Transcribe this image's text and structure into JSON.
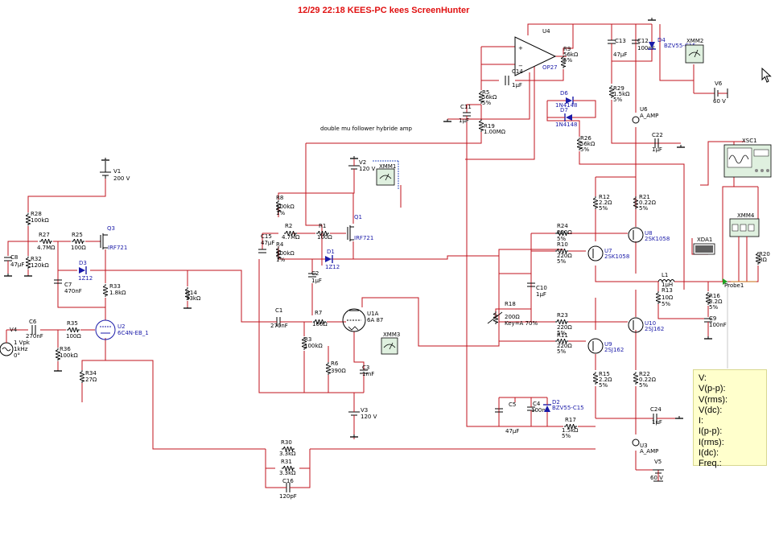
{
  "title": "12/29  22:18  KEES-PC  kees  ScreenHunter",
  "note": "double mu follower hybride amp",
  "components": {
    "V1": [
      "V1",
      "200 V"
    ],
    "V2": [
      "V2",
      "120 V"
    ],
    "V3": [
      "V3",
      "120 V"
    ],
    "V4": [
      "V4",
      "1 Vpk",
      "1kHz",
      "0°"
    ],
    "V5": [
      "V5",
      "60 V"
    ],
    "V6": [
      "V6",
      "60 V"
    ],
    "R28": [
      "R28",
      "100kΩ"
    ],
    "R27": [
      "R27",
      "4.7MΩ"
    ],
    "R25": [
      "R25",
      "100Ω"
    ],
    "R32": [
      "R32",
      "120kΩ"
    ],
    "C8": [
      "C8",
      "47µF"
    ],
    "D3": [
      "D3",
      "1Z12"
    ],
    "C7": [
      "C7",
      "470nF"
    ],
    "R33": [
      "R33",
      "1.8kΩ"
    ],
    "Q3": [
      "Q3",
      "IRF721"
    ],
    "R14": [
      "R14",
      "33kΩ"
    ],
    "C6": [
      "C6",
      "270nF"
    ],
    "R35": [
      "R35",
      "100Ω"
    ],
    "R36": [
      "R36",
      "100kΩ"
    ],
    "U2": [
      "U2",
      "6C4N-EB_1"
    ],
    "R34": [
      "R34",
      "27Ω"
    ],
    "R8": [
      "R8",
      "100kΩ",
      "1%"
    ],
    "R2": [
      "R2",
      "4.7MΩ"
    ],
    "R1": [
      "R1",
      "100Ω"
    ],
    "C15": [
      "C15",
      "47µF"
    ],
    "R4": [
      "R4",
      "100kΩ",
      "1%"
    ],
    "Q1": [
      "Q1",
      "IRF721"
    ],
    "D1": [
      "D1",
      "1Z12"
    ],
    "C2": [
      "C2",
      "1µF"
    ],
    "C1": [
      "C1",
      "270nF"
    ],
    "R7": [
      "R7",
      "100Ω"
    ],
    "R3": [
      "R3",
      "100kΩ"
    ],
    "U1A": [
      "U1A",
      "6A 87"
    ],
    "R6": [
      "R6",
      "390Ω"
    ],
    "C3": [
      "C3",
      "1mF"
    ],
    "R30": [
      "R30",
      "3.3kΩ"
    ],
    "R31": [
      "R31",
      "3.3kΩ"
    ],
    "C16": [
      "C16",
      "120pF"
    ],
    "U4": [
      "U4",
      "OP27"
    ],
    "R9": [
      "R9",
      "56kΩ",
      "5%"
    ],
    "C14": [
      "C14",
      "1µF"
    ],
    "R5": [
      "R5",
      "56kΩ",
      "5%"
    ],
    "C11": [
      "C11",
      "1µF"
    ],
    "R19": [
      "R19",
      "1.00MΩ"
    ],
    "D6": [
      "D6",
      "1N4148"
    ],
    "D7": [
      "D7",
      "1N4148"
    ],
    "R26": [
      "R26",
      "56kΩ",
      "5%"
    ],
    "C13": [
      "C13",
      "47µF"
    ],
    "C12": [
      "C12",
      "100nF"
    ],
    "D4": [
      "D4",
      "BZV55-C15"
    ],
    "R29": [
      "R29",
      "1.5kΩ",
      "5%"
    ],
    "U6": [
      "U6",
      "A_AMP"
    ],
    "C22": [
      "C22",
      "1µF"
    ],
    "R12": [
      "R12",
      "2.2Ω",
      "5%"
    ],
    "R21": [
      "R21",
      "0.22Ω",
      "5%"
    ],
    "R24": [
      "R24",
      "220Ω",
      "5%"
    ],
    "R10": [
      "R10",
      "220Ω",
      "5%"
    ],
    "U7": [
      "U7",
      "2SK1058"
    ],
    "U8": [
      "U8",
      "2SK1058"
    ],
    "R18": [
      "R18",
      "200Ω",
      "Key=A 70%"
    ],
    "C10": [
      "C10",
      "1µF"
    ],
    "L1": [
      "L1",
      "1µH"
    ],
    "R13": [
      "R13",
      "10Ω",
      "5%"
    ],
    "R23": [
      "R23",
      "220Ω",
      "5%"
    ],
    "R11": [
      "R11",
      "220Ω",
      "5%"
    ],
    "U9": [
      "U9",
      "2SJ162"
    ],
    "U10": [
      "U10",
      "2SJ162"
    ],
    "R15": [
      "R15",
      "2.2Ω",
      "5%"
    ],
    "R22": [
      "R22",
      "0.22Ω",
      "5%"
    ],
    "C5": [
      "C5",
      "47µF"
    ],
    "C4": [
      "C4",
      "100nF"
    ],
    "D2": [
      "D2",
      "BZV55-C15"
    ],
    "R17": [
      "R17",
      "1.5kΩ",
      "5%"
    ],
    "C24": [
      "C24",
      "1µF"
    ],
    "U3": [
      "U3",
      "A_AMP"
    ],
    "R16": [
      "R16",
      "8.2Ω",
      "5%"
    ],
    "C9": [
      "C9",
      "100nF"
    ],
    "R20": [
      "R20",
      "8Ω"
    ],
    "XMM1": [
      "XMM1"
    ],
    "XMM2": [
      "XMM2"
    ],
    "XMM3": [
      "XMM3"
    ],
    "XMM4": [
      "XMM4"
    ],
    "XSC1": [
      "XSC1"
    ],
    "XDA1": [
      "XDA1"
    ],
    "Probe1": [
      "Probe1"
    ]
  },
  "probe": {
    "labels": [
      "V:",
      "V(p-p):",
      "V(rms):",
      "V(dc):",
      "I:",
      "I(p-p):",
      "I(rms):",
      "I(dc):",
      "Freq.:"
    ]
  }
}
